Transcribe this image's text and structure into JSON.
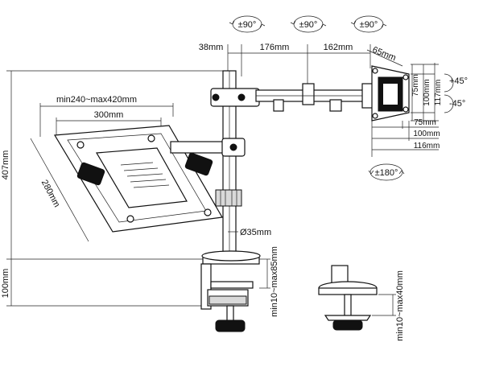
{
  "rotation_badges": {
    "swivel_1": "±90°",
    "swivel_2": "±90°",
    "swivel_3": "±90°",
    "rotate": "±180°"
  },
  "arm_dimensions": {
    "post_offset": "38mm",
    "arm_segment_1": "176mm",
    "arm_segment_2": "162mm",
    "vesa_head_offset": "65mm"
  },
  "tilt": {
    "up": "+45°",
    "down": "-45°"
  },
  "vesa_dimensions": {
    "h_75": "75mm",
    "h_100": "100mm",
    "h_117": "117mm",
    "w_75": "75mm",
    "w_100": "100mm",
    "w_116": "116mm"
  },
  "tray_dimensions": {
    "width_range": "min240~max420mm",
    "width": "300mm",
    "depth": "280mm"
  },
  "pole": {
    "height": "407mm",
    "diameter": "Ø35mm",
    "clamp_height": "100mm"
  },
  "clamp_ranges": {
    "c_clamp": "min10~max85mm",
    "grommet": "min10~max40mm"
  }
}
